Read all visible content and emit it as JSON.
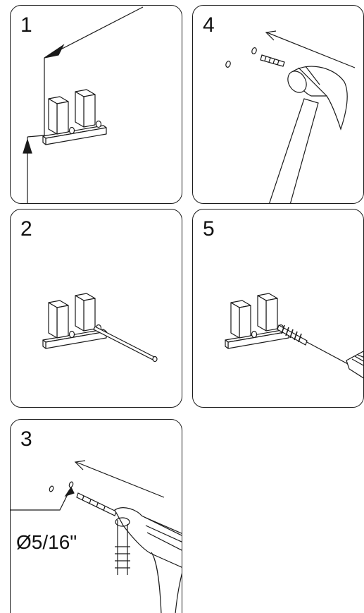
{
  "steps": [
    {
      "number": "1"
    },
    {
      "number": "2"
    },
    {
      "number": "3",
      "drill_size": "Ø5/16\""
    },
    {
      "number": "4"
    },
    {
      "number": "5"
    }
  ]
}
